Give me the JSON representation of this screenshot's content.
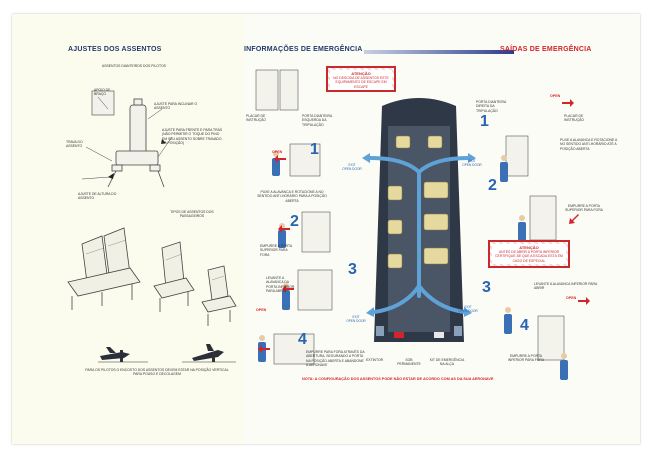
{
  "left_panel": {
    "title": "AJUSTES DOS ASSENTOS",
    "top_caption": "ASSENTOS DIANTEIROS DOS PILOTOS",
    "label_inclinar": "AJUSTE PARA INCLINAR O ASSENTO",
    "label_frente": "AJUSTE PARA FRENTE E PARA TRÁS (NÃO PERMITIR O TOQUE DO PINO EM SEU ASSENTO SOBRE TRAVADO NA POSIÇÃO)",
    "label_braco": "TRAVA DO ASSENTO",
    "label_apoio": "APOIO DE BRAÇO",
    "label_altura": "AJUSTE DE ALTURA DO ASSENTO",
    "label_tipos": "TIPOS DE ASSENTOS DOS PASSAGEIROS",
    "bottom_caption": "PARA OS PILOTOS O ENCOSTO DOS ASSENTOS DEVEM ESTAR NA POSIÇÃO VERTICAL PARA POUSO E DECOLAGEM"
  },
  "right_panel": {
    "title": "INFORMAÇÕES DE EMERGÊNCIA",
    "exits_title": "SAÍDAS DE EMERGÊNCIA",
    "warning_top": {
      "heading": "ATENÇÃO",
      "text": "NO DESCIDA DE ASSENTOS ESTE EQUIPAMENTO DE ESCAPE EM ESCAPE"
    },
    "warning_bottom": {
      "heading": "ATENÇÃO",
      "text": "ANTES DE ABRIR A PORTA INFERIOR CERTIFIQUE-SE QUE A ESCADA ESTÁ EM CASO DE ESPECIAL"
    },
    "left_steps": {
      "placar_left": "PLACAR DE INSTRUÇÃO",
      "porta": "PORTA DIANTEIRA ESQUERDA DA TRIPULAÇÃO",
      "s1": "PUXE A ALAVANCA E ROTACIONE A NO SENTIDO ANTI-HORÁRIO PARA A POSIÇÃO ABERTA",
      "s2": "EMPURRE A PORTA SUPERIOR PARA FORA",
      "s3": "LEVANTE A ALAVANCA DA PORTA INFERIOR PARA ABRIR",
      "s4": "EMPURRE PARA FORA ATRAVÉS DA ABERTURA, SEGURANDO A PORTA NA POSIÇÃO ABERTA E ABANDONE A AERONAVE"
    },
    "right_steps": {
      "porta": "PORTA DIANTEIRA DIREITA DA TRIPULAÇÃO",
      "placar": "PLACAR DE INSTRUÇÃO",
      "s1": "PUXE A ALAVANCA E ROTACIONE A NO SENTIDO ANTI-HORÁRIO ATÉ A POSIÇÃO ABERTA",
      "s2": "EMPURRE A PORTA SUPERIOR PARA FORA",
      "s3": "LEVANTE A ALAVANCA INFERIOR PARA ABRIR",
      "s4": "EMPURRE A PORTA INFERIOR PARA FORA"
    },
    "numbers": [
      "1",
      "2",
      "3",
      "4"
    ],
    "open_label": "OPEN",
    "exit_label": "EXIT",
    "exit_sub": "OPEN DOOR",
    "legend_extintor": "EXTINTOR",
    "legend_sob": "SOB PERMANENTE",
    "legend_kit": "KIT DE EMERGÊNCIA NA ALÇA",
    "footnote": "NOTA: A CONFIGURAÇÃO DOS ASSENTOS PODE NÃO ESTAR DE ACORDO COM AS DA SUA AERONAVE"
  },
  "colors": {
    "header_blue": "#213a6b",
    "arrow_blue": "#2a64b0",
    "warning_red": "#c9282c",
    "cabin_dark": "#2e3846",
    "seat_yellow": "#e6d9a0"
  }
}
